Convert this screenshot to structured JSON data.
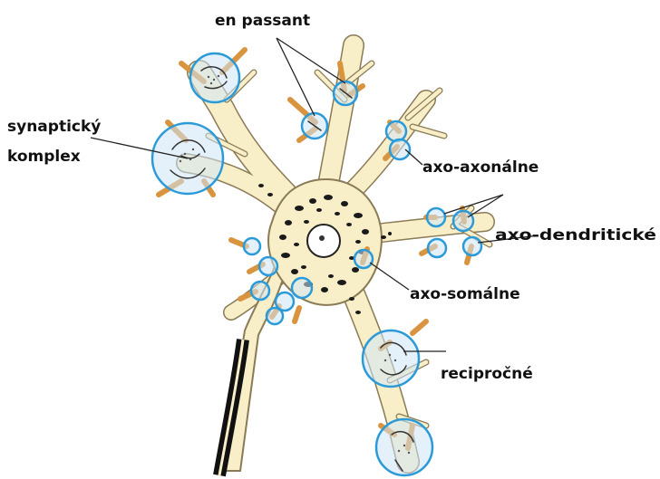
{
  "colors": {
    "background": "#ffffff",
    "neuron_fill": "#f8efc8",
    "neuron_outline": "#8a7a55",
    "terminal_fill": "#d9943f",
    "terminal_outline": "#7a4d18",
    "synapse_circle_fill": "#cfe6f5",
    "synapse_circle_stroke": "#2b9ad8",
    "nissl": "#1a1a1a",
    "myelin": "#111111",
    "label_text": "#111111",
    "leader_line": "#222222"
  },
  "labels": {
    "en_passant": "en passant",
    "synaptic_complex_line1": "synaptický",
    "synaptic_complex_line2": "komplex",
    "axo_axonal": "axo-axonálne",
    "axo_dendritic": "axo-dendritické",
    "axo_somatic": "axo-somálne",
    "reciprocal": "recipročné"
  }
}
